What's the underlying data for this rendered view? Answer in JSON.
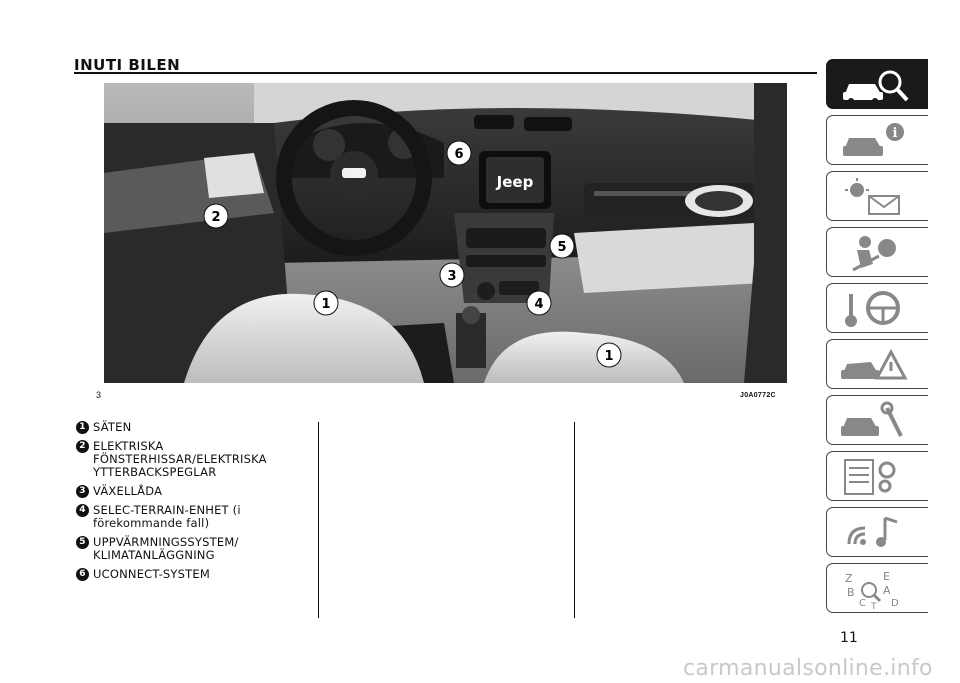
{
  "header": {
    "title": "INUTI BILEN"
  },
  "figure": {
    "number": "3",
    "code": "J0A0772C",
    "brand_badge": "Jeep",
    "callouts": [
      "1",
      "2",
      "3",
      "4",
      "5",
      "6",
      "1"
    ]
  },
  "legend": [
    {
      "num": "1",
      "text": "SÄTEN"
    },
    {
      "num": "2",
      "text": "ELEKTRISKA FÖNSTERHISSAR/ELEKTRISKA YTTERBACKSPEGLAR"
    },
    {
      "num": "3",
      "text": "VÄXELLÅDA"
    },
    {
      "num": "4",
      "text": "SELEC-TERRAIN-ENHET (i förekommande fall)"
    },
    {
      "num": "5",
      "text": "UPPVÄRMNINGSSYSTEM/ KLIMATANLÄGGNING"
    },
    {
      "num": "6",
      "text": "UCONNECT-SYSTEM"
    }
  ],
  "side_tabs": [
    {
      "icon": "car-magnifier-icon",
      "active": true
    },
    {
      "icon": "car-info-icon",
      "active": false
    },
    {
      "icon": "warning-light-message-icon",
      "active": false
    },
    {
      "icon": "airbag-seat-icon",
      "active": false
    },
    {
      "icon": "key-steering-wheel-icon",
      "active": false
    },
    {
      "icon": "car-breakdown-warning-icon",
      "active": false
    },
    {
      "icon": "car-wrench-icon",
      "active": false
    },
    {
      "icon": "spec-sheet-gears-icon",
      "active": false
    },
    {
      "icon": "connectivity-music-icon",
      "active": false
    },
    {
      "icon": "alphabetical-index-icon",
      "active": false
    }
  ],
  "index_letters": [
    "Z",
    "E",
    "B",
    "A",
    "C",
    "D",
    "T"
  ],
  "page": {
    "number": "11"
  },
  "watermark": "carmanualsonline.info"
}
